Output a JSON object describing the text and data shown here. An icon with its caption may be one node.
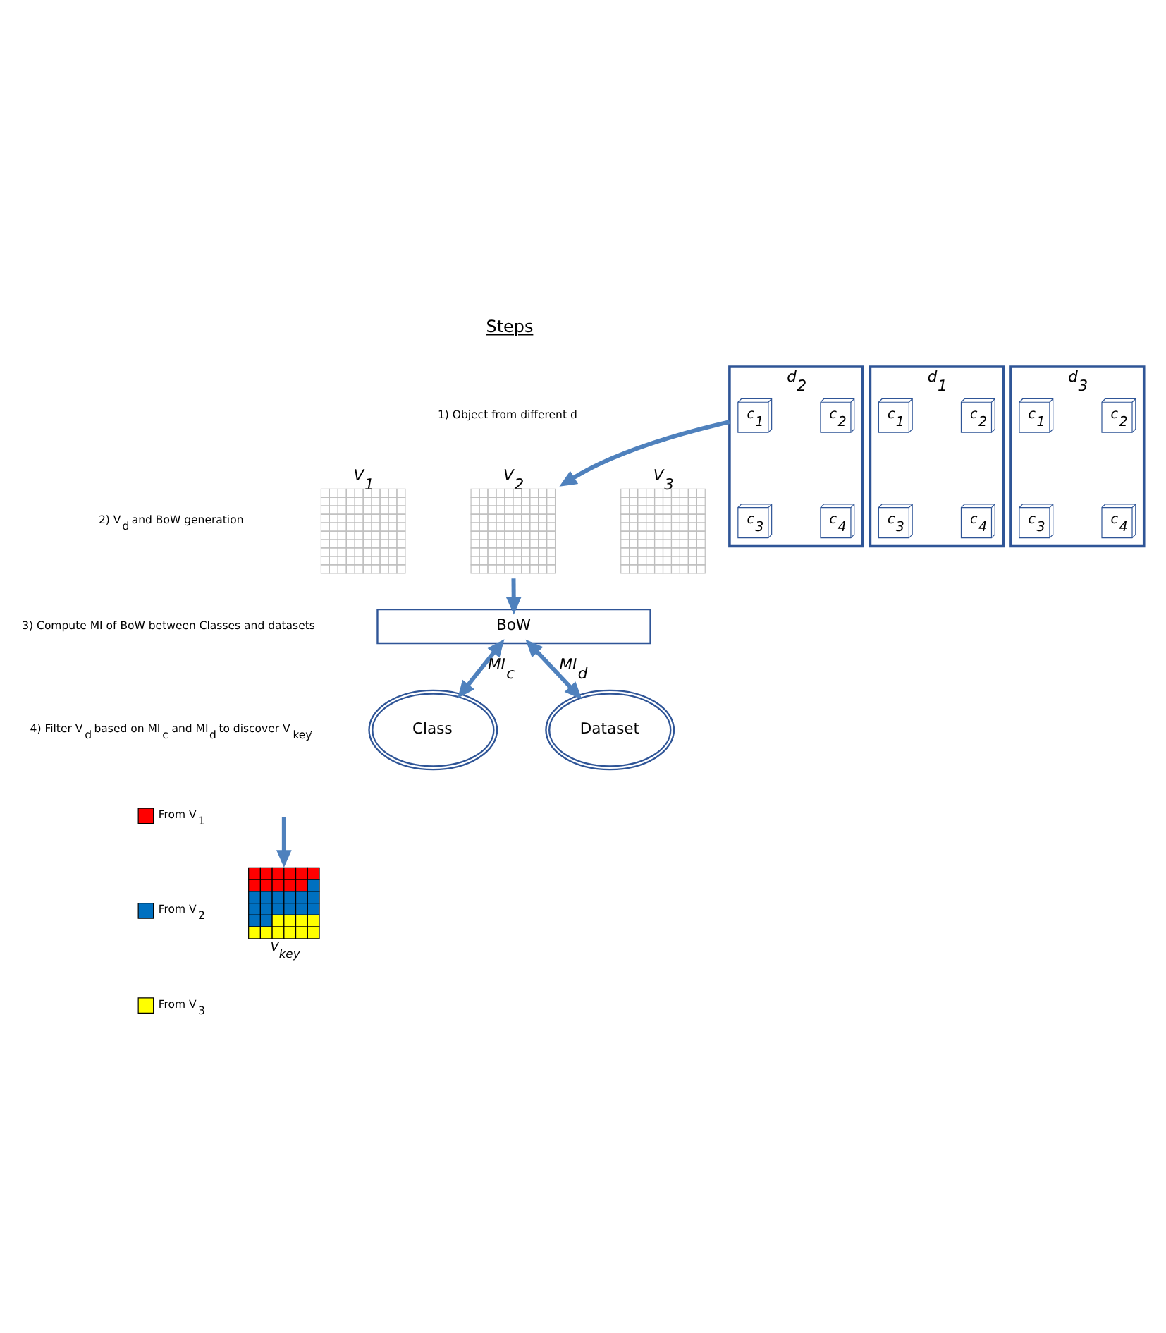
{
  "diagram": {
    "nodes": [
      {
        "text": [
          "d$_{1}$"
        ]
      },
      {
        "text": [
          "c$_{1}$"
        ],
        "in": 0
      },
      {
        "text": [
          "c$_{2}$"
        ],
        "in": 0
      },
      {
        "text": [
          "c$_{3}$"
        ],
        "in": 0
      },
      {
        "text": [
          "c$_{4}$"
        ],
        "in": 0
      },
      {
        "text": [
          "d$_{2}$"
        ]
      },
      {
        "text": [
          "c$_{1}$"
        ],
        "in": 5
      },
      {
        "text": [
          "c$_{2}$"
        ],
        "in": 5
      },
      {
        "text": [
          "c$_{3}$"
        ],
        "in": 5
      },
      {
        "text": [
          "c$_{4}$"
        ],
        "in": 5
      },
      {
        "text": [
          "d$_{3}$"
        ]
      },
      {
        "text": [
          "c$_{1}$"
        ],
        "in": 10
      },
      {
        "text": [
          "c$_{2}$"
        ],
        "in": 10
      },
      {
        "text": [
          "c$_{3}$"
        ],
        "in": 10
      },
      {
        "text": [
          "c$_{4}$"
        ],
        "in": 10
      },
      {
        "text": [
          "V$_{1}$"
        ]
      },
      {
        "text": [
          "V$_{2}$"
        ]
      },
      {
        "text": [
          "V$_{3}$"
        ]
      },
      {
        "text": [
          "BoW"
        ]
      },
      {
        "text": [
          "Class"
        ]
      },
      {
        "text": [
          "Dataset"
        ]
      },
      {
        "text": [
          "V$_{key}$"
        ]
      }
    ],
    "edges": [
      {
        "from": 5,
        "to": 16,
        "arrow": "to"
      },
      {
        "from": 16,
        "to": 18,
        "arrow": "to"
      },
      {
        "from": 18,
        "to": 19,
        "arrow": "both",
        "label": "MI$_{c}$"
      },
      {
        "from": 18,
        "to": 20,
        "arrow": "both",
        "label": "MI$_{d}$"
      },
      {
        "from": null,
        "to": 21,
        "arrow": "to"
      }
    ],
    "labels": [
      "Steps",
      "1) Object from different d",
      "2) V$_{d}$ and BoW generation",
      "3) Compute MI of BoW between Classes and datasets",
      "4) Filter V$_{d}$ based on MI$_{c}$ and MI$_{d}$ to discover V$_{key}$."
    ],
    "legend": [
      {
        "text": "From V$_{1}$",
        "color": "#ff0000"
      },
      {
        "text": "From V$_{2}$",
        "color": "#0070c0"
      },
      {
        "text": "From V$_{3}$",
        "color": "#ffff00"
      }
    ]
  }
}
